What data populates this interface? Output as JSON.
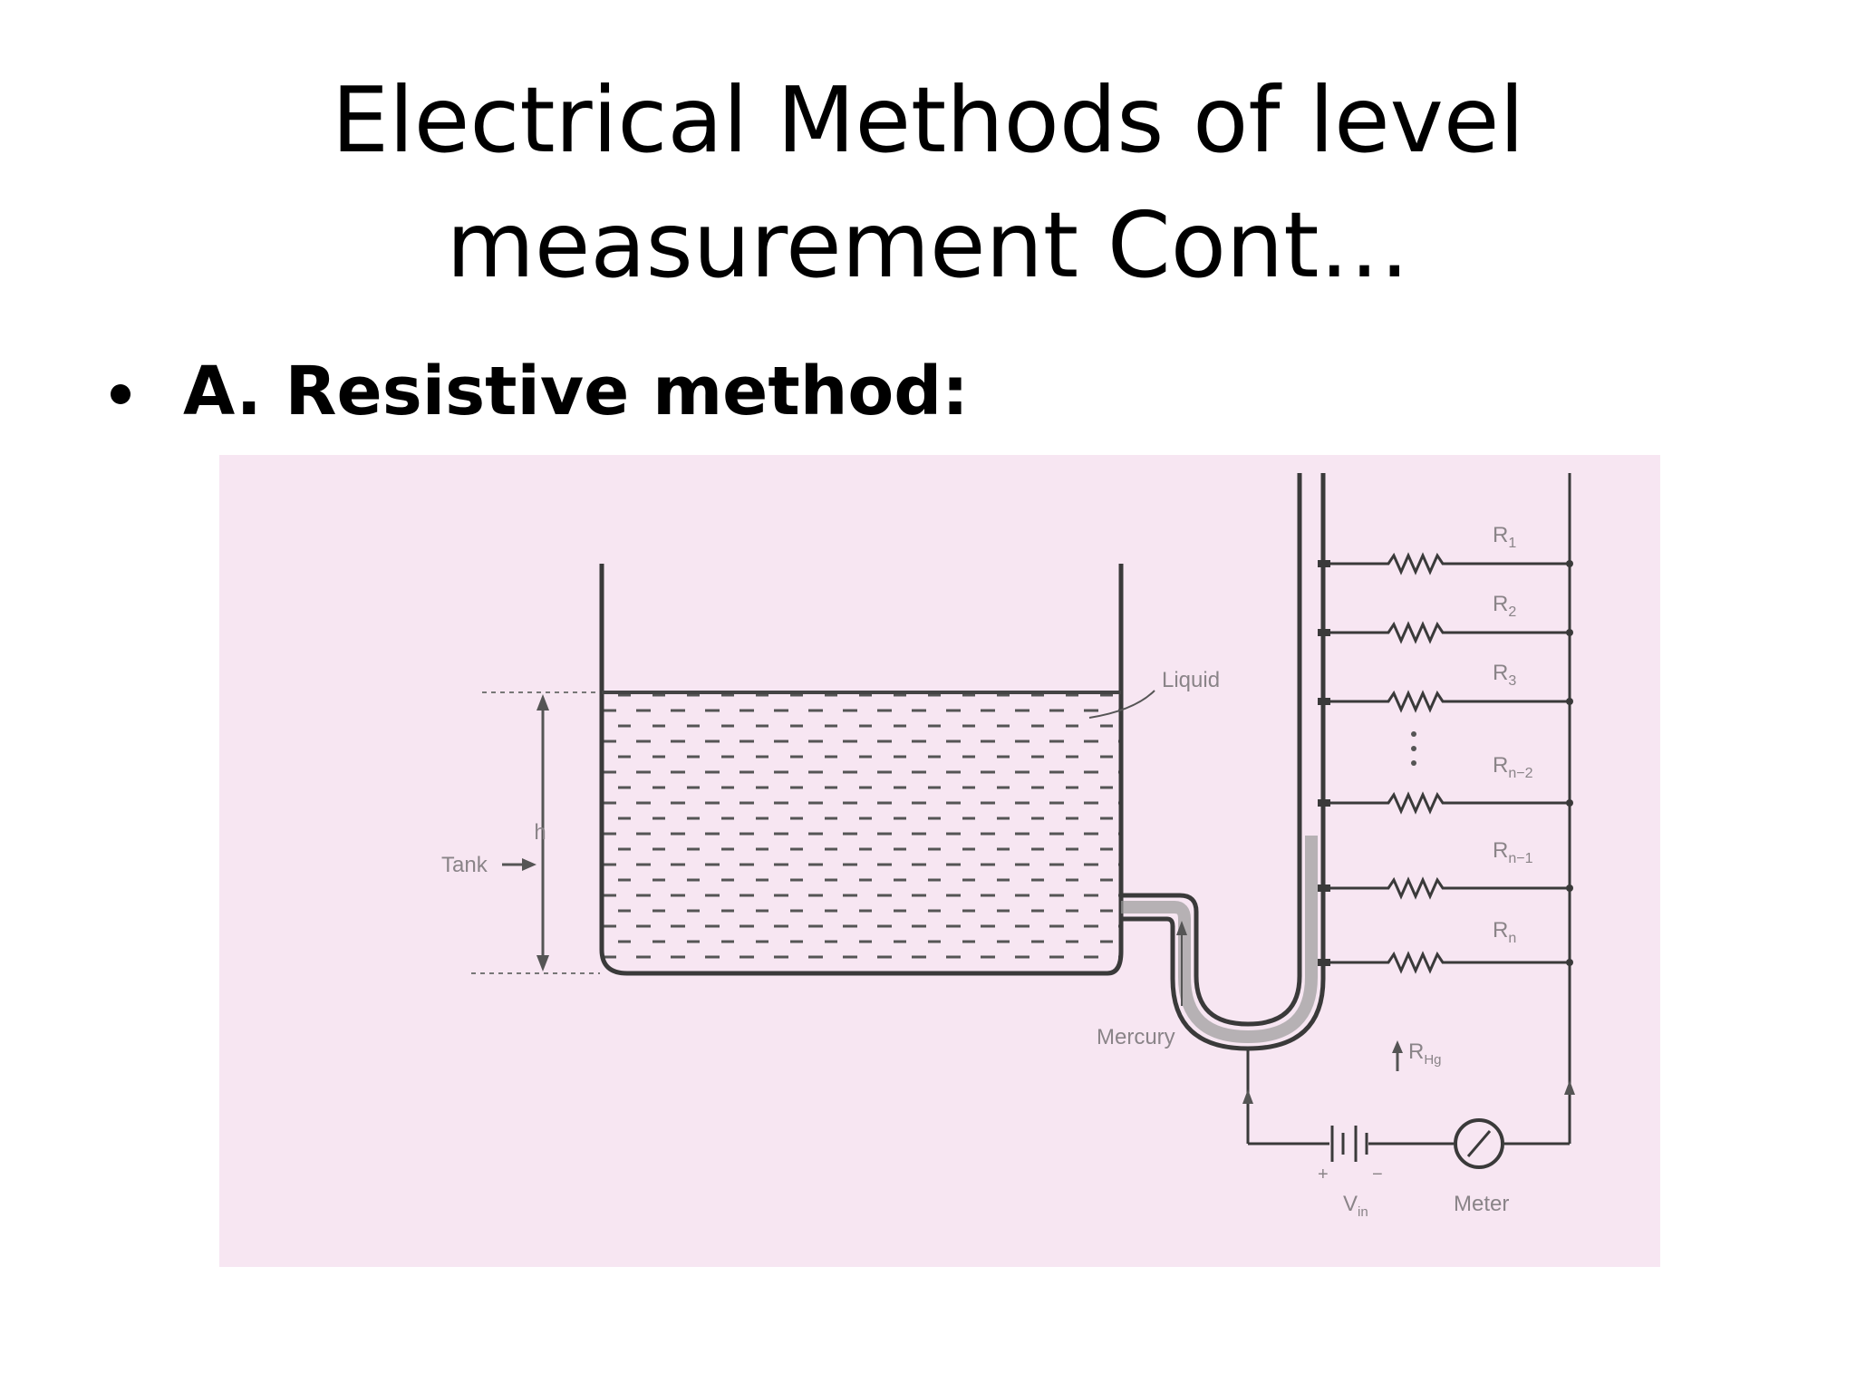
{
  "slide": {
    "title_line1": "Electrical Methods of level",
    "title_line2": "measurement Cont…",
    "bullet": "A. Resistive method:"
  },
  "figure": {
    "labels": {
      "liquid": "Liquid",
      "tank": "Tank",
      "height": "h",
      "mercury": "Mercury",
      "meter": "Meter",
      "voltage": "V",
      "voltage_sub": "in",
      "r_mercury": "R",
      "r_mercury_sub": "Hg",
      "plus": "+",
      "minus": "−"
    },
    "resistors": [
      {
        "label": "R",
        "sub": "1"
      },
      {
        "label": "R",
        "sub": "2"
      },
      {
        "label": "R",
        "sub": "3"
      },
      {
        "label": "R",
        "sub": "n−2"
      },
      {
        "label": "R",
        "sub": "n−1"
      },
      {
        "label": "R",
        "sub": "n"
      }
    ],
    "colors": {
      "background": "#f7e6f2",
      "line": "#3a3a3a",
      "label": "#8a8488"
    }
  }
}
